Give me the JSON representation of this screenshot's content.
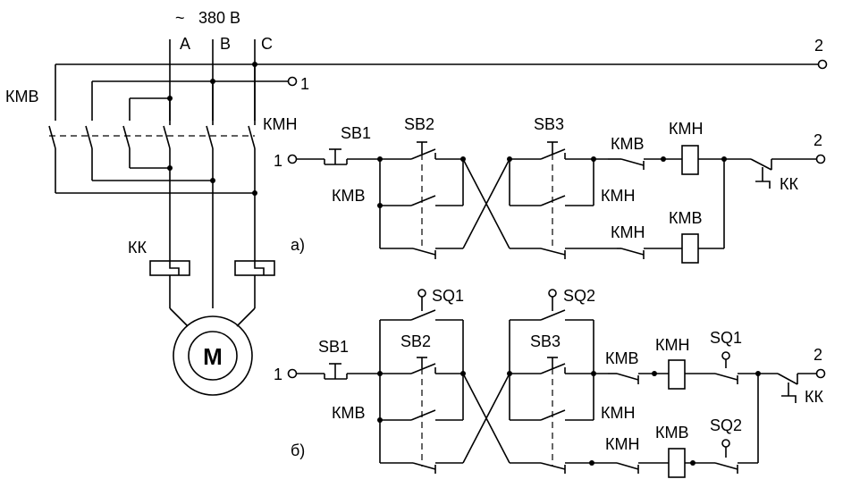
{
  "supply": {
    "tilde": "~",
    "voltage": "380 В",
    "phase_a": "A",
    "phase_b": "B",
    "phase_c": "C"
  },
  "terminals": {
    "t1": "1",
    "t2": "2"
  },
  "power": {
    "kmv": "КМВ",
    "kmn": "КМН",
    "kk": "КК",
    "motor": "М"
  },
  "circuit_a": {
    "caption": "а)",
    "sb1": "SB1",
    "sb2": "SB2",
    "sb3": "SB3",
    "kmv_hold": "КМВ",
    "kmh_hold": "КМН",
    "kmv_interlock": "КМВ",
    "kmh_interlock": "КМН",
    "coil_kmh": "КМН",
    "coil_kmv": "КМВ",
    "kk": "КК",
    "in": "1",
    "out": "2"
  },
  "circuit_b": {
    "caption": "б)",
    "sb1": "SB1",
    "sb2": "SB2",
    "sb3": "SB3",
    "sq1_top": "SQ1",
    "sq2_top": "SQ2",
    "kmv_hold": "КМВ",
    "kmh_hold": "КМН",
    "kmv_interlock": "КМВ",
    "kmh_interlock": "КМН",
    "coil_kmh": "КМН",
    "coil_kmv": "КМВ",
    "sq1": "SQ1",
    "sq2": "SQ2",
    "kk": "КК",
    "in": "1",
    "out": "2"
  }
}
